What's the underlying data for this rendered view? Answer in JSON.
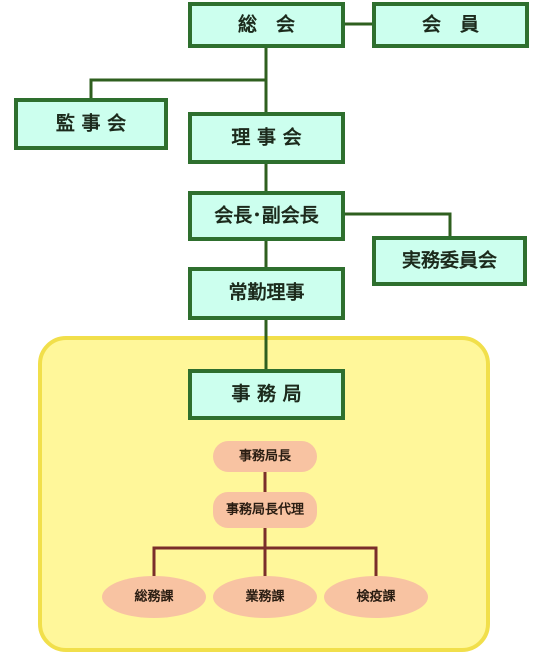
{
  "org_chart": {
    "general_assembly": "総　会",
    "members": "会　員",
    "auditors": "監 事 会",
    "board": "理 事 会",
    "chair": "会長･副会長",
    "practical_committee": "実務委員会",
    "executive_director": "常勤理事",
    "secretariat": "事 務 局",
    "secretariat_head": "事務局長",
    "secretariat_deputy": "事務局長代理",
    "divisions": [
      "総務課",
      "業務課",
      "検疫課"
    ]
  },
  "colors": {
    "box_fill": "#ccffee",
    "box_border": "#2e6f2e",
    "connector": "#2f5f1f",
    "panel_fill": "#fff79a",
    "panel_border": "#f1df4b",
    "sub_fill": "#f8c3a2",
    "sub_connector": "#7a2e2a"
  }
}
